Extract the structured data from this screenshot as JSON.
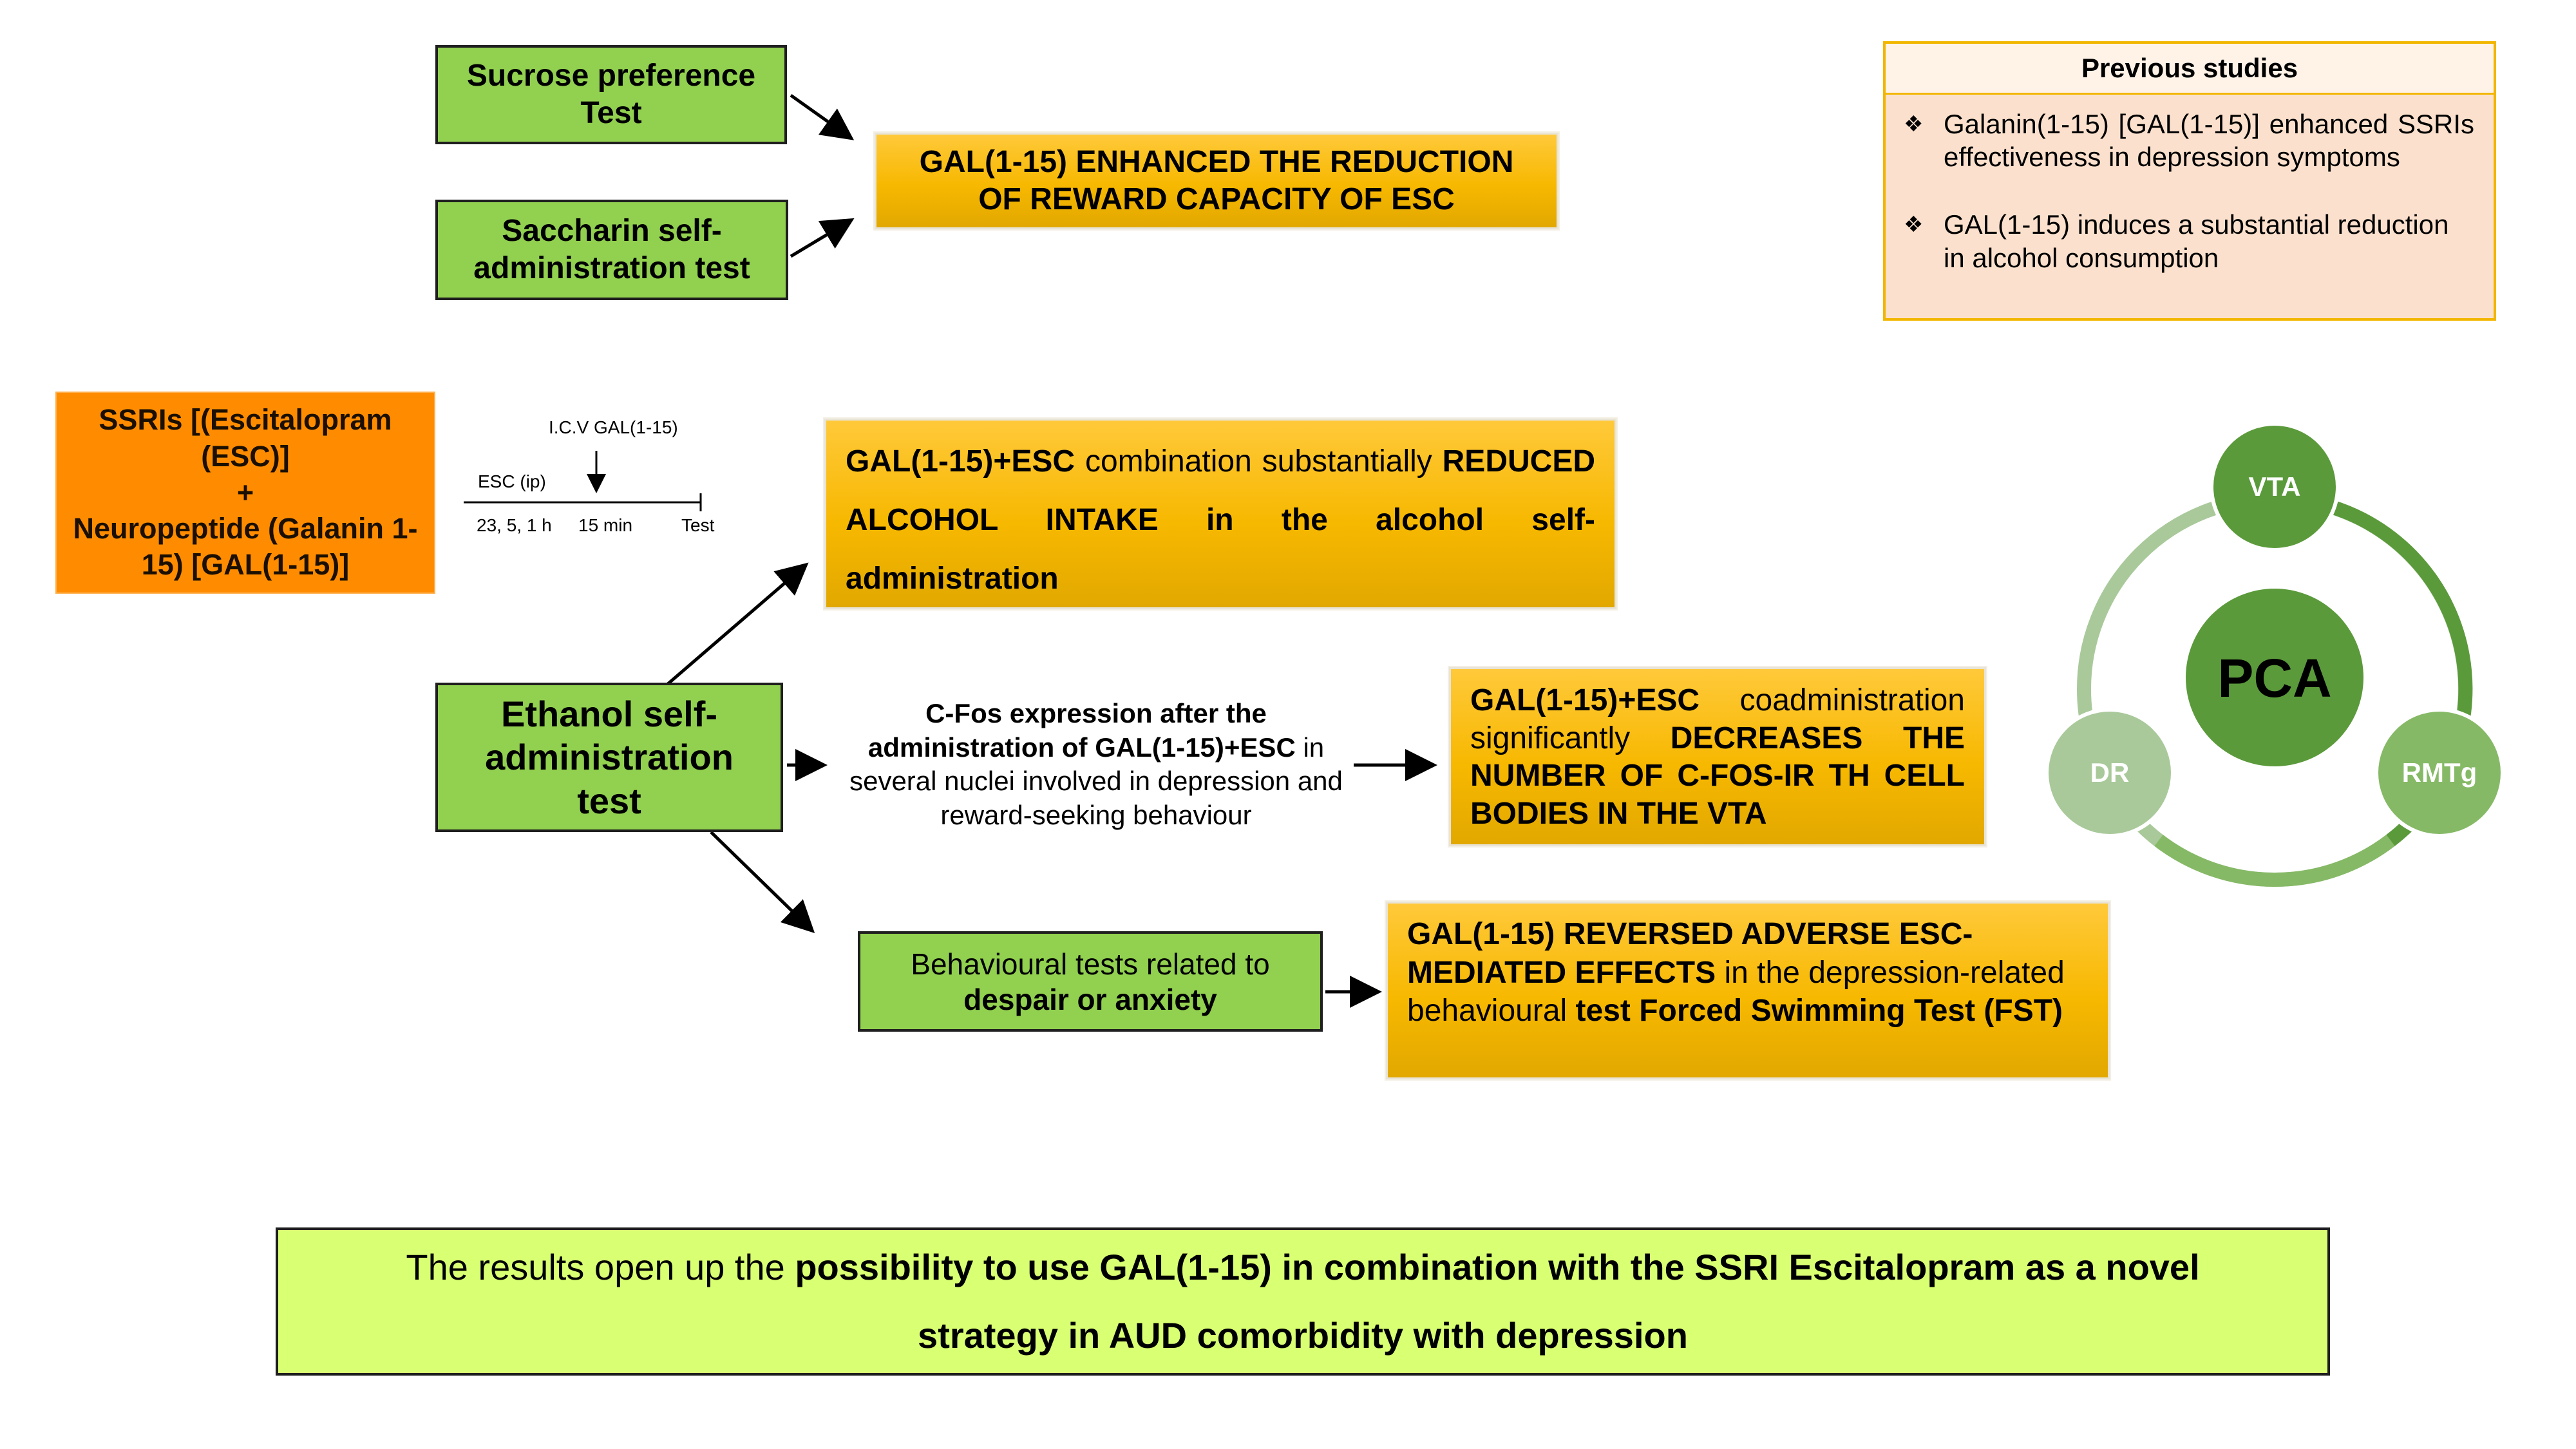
{
  "top": {
    "sucrose_test": "Sucrose preference Test",
    "saccharin_test": "Saccharin self-administration test",
    "reward_result": "GAL(1-15) ENHANCED THE REDUCTION OF REWARD CAPACITY OF ESC"
  },
  "previous_studies": {
    "title": "Previous studies",
    "items": [
      "Galanin(1-15) [GAL(1-15)] enhanced SSRIs effectiveness in depression symptoms",
      "GAL(1-15) induces a substantial reduction in alcohol consumption"
    ]
  },
  "treatment": {
    "line1": "SSRIs [(Escitalopram (ESC)]",
    "plus": "+",
    "line2": "Neuropeptide (Galanin 1-15) [GAL(1-15)]"
  },
  "timeline": {
    "icv_label": "I.C.V GAL(1-15)",
    "esc_label": "ESC (ip)",
    "times": "23, 5, 1 h",
    "interval": "15 min",
    "test": "Test"
  },
  "ethanol_test": "Ethanol self-administration test",
  "alcohol_result": {
    "part1": "GAL(1-15)+ESC",
    "part2": " combination substantially ",
    "part3": "REDUCED ALCOHOL INTAKE in the alcohol self-administration"
  },
  "cfos_text": {
    "bold": "C-Fos expression after the administration of GAL(1-15)+ESC",
    "normal": " in several nuclei involved in depression and reward-seeking behaviour"
  },
  "cfos_result": {
    "part1": "GAL(1-15)+ESC",
    "part2": " coadministration significantly ",
    "part3": "DECREASES THE NUMBER OF C-FOS-IR TH CELL BODIES IN THE VTA"
  },
  "behaviour_test": {
    "normal": "Behavioural tests related to ",
    "bold": "despair or anxiety"
  },
  "fst_result": {
    "part1": "GAL(1-15) REVERSED ADVERSE ESC-MEDIATED EFFECTS",
    "part2": " in the depression-related behavioural ",
    "part3": "test Forced Swimming Test (FST)"
  },
  "pca": {
    "center": "PCA",
    "nodes": [
      "VTA",
      "DR",
      "RMTg"
    ]
  },
  "conclusion": {
    "normal": "The results open up the ",
    "bold": "possibility to use GAL(1-15) in combination with the SSRI Escitalopram as a novel strategy in AUD comorbidity with depression"
  },
  "colors": {
    "green_box": "#92d050",
    "gold_box": "#f7b800",
    "orange_box": "#ff8c00",
    "conclusion_bg": "#d9ff73",
    "pca_dark": "#5b9a3b",
    "pca_mid": "#86b966",
    "pca_light": "#a9c99a"
  }
}
